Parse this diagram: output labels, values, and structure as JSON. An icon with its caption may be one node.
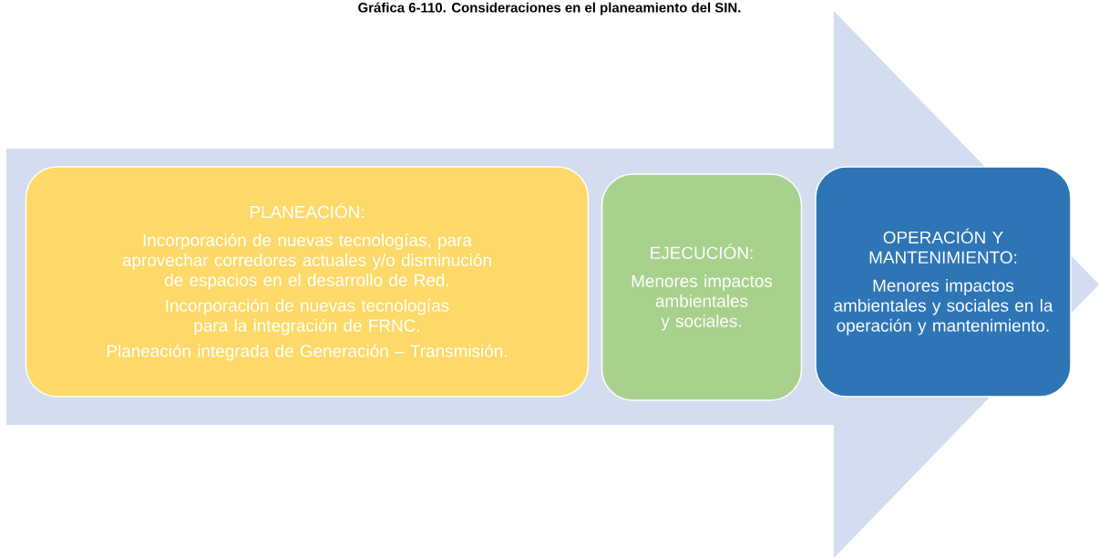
{
  "diagram": {
    "title": "Gráfica 6-110. Consideraciones en el planeamiento del SIN.",
    "nodes": [
      {
        "text": [],
        "shape": "arrow"
      },
      {
        "text": [
          "PLANEACIÓN:",
          "Incorporación de nuevas tecnologías, para aprovechar corredores actuales y/o disminución de espacios en el desarrollo de Red.",
          "Incorporación de nuevas tecnologías para la integración de FRNC.",
          "Planeación integrada de Generación – Transmisión."
        ],
        "in": 0
      },
      {
        "text": [
          "EJECUCIÓN:",
          "Menores impactos ambientales y sociales."
        ],
        "in": 0
      },
      {
        "text": [
          "OPERACIÓN Y MANTENIMIENTO:",
          "Menores impactos ambientales y sociales en la operación y mantenimiento."
        ],
        "in": 0
      }
    ]
  }
}
